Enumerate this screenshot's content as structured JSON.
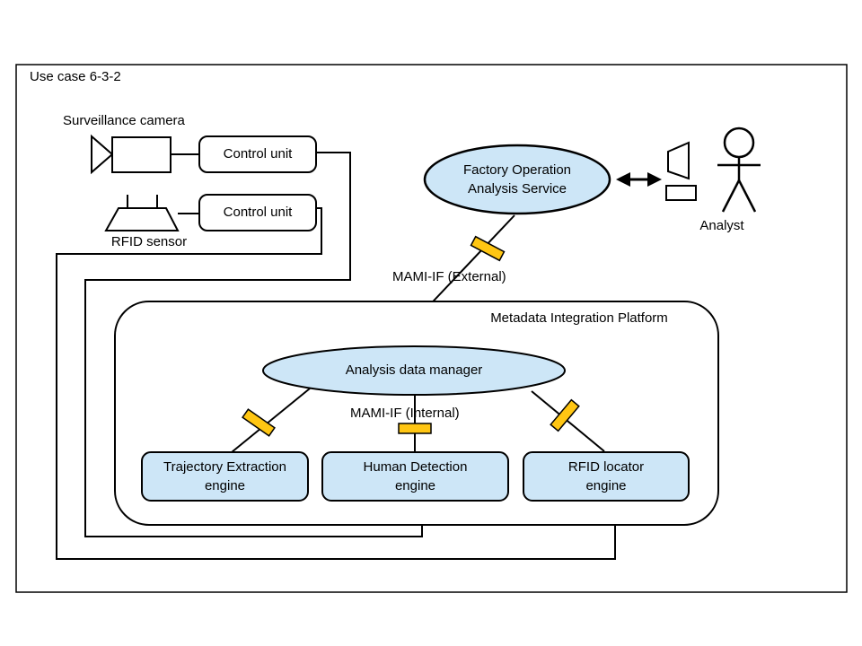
{
  "title": "Use case 6-3-2",
  "devices": {
    "surveillance_camera": {
      "label": "Surveillance camera",
      "control_unit_label": "Control unit"
    },
    "rfid_sensor": {
      "label": "RFID sensor",
      "control_unit_label": "Control unit"
    }
  },
  "service": {
    "line1": "Factory Operation",
    "line2": "Analysis Service"
  },
  "actor": {
    "label": "Analyst"
  },
  "interfaces": {
    "external_label": "MAMI-IF (External)",
    "internal_label": "MAMI-IF (Internal)"
  },
  "platform": {
    "label": "Metadata Integration Platform",
    "manager_label": "Analysis data manager",
    "engines": [
      {
        "line1": "Trajectory Extraction",
        "line2": "engine"
      },
      {
        "line1": "Human Detection",
        "line2": "engine"
      },
      {
        "line1": "RFID locator",
        "line2": "engine"
      }
    ]
  },
  "colors": {
    "node_fill": "#CDE6F7",
    "connector_fill": "#FFC613",
    "line": "#000000"
  }
}
